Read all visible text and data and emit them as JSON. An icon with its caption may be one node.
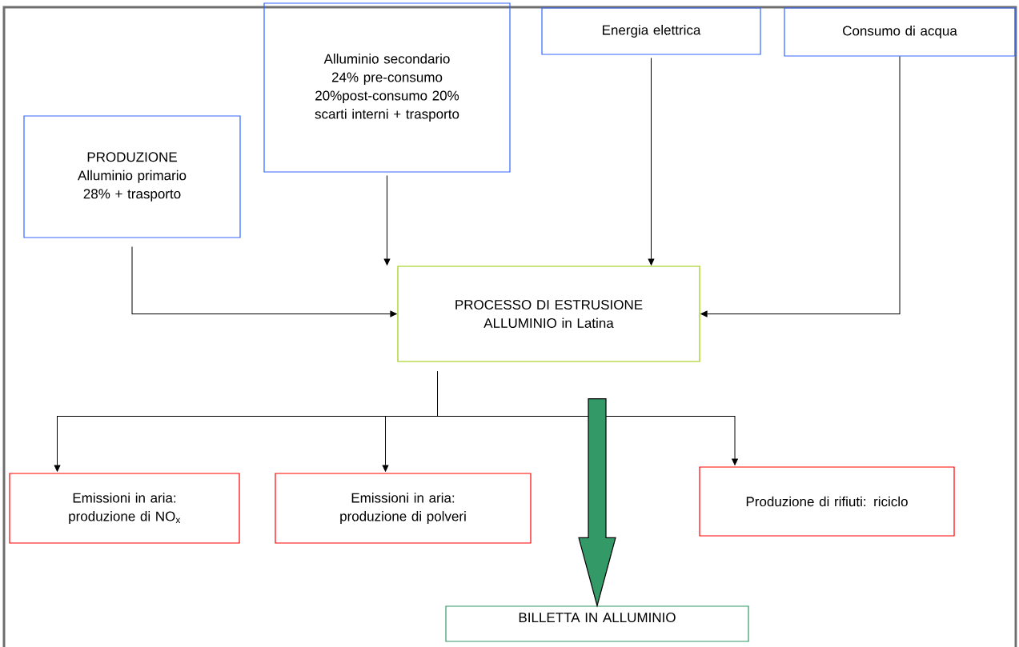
{
  "diagram": {
    "nodes": [
      {
        "text": [
          "PRODUZIONE Alluminio primario 28% + trasporto"
        ]
      },
      {
        "text": [
          "Alluminio secondario 24% pre-consumo 20%post-consumo 20% scarti interni + trasporto"
        ]
      },
      {
        "text": [
          "Energia elettrica"
        ]
      },
      {
        "text": [
          "Consumo di acqua"
        ]
      },
      {
        "text": [
          "PROCESSO DI ESTRUSIONE ALLUMINIO in Latina"
        ]
      },
      {
        "text": [
          "Emissioni in aria: produzione di NO$_{x}$"
        ]
      },
      {
        "text": [
          "Emissioni in aria: produzione di polveri"
        ]
      },
      {
        "text": [
          "Produzione di rifiuti: riciclo"
        ]
      },
      {
        "text": [
          "BILLETTA IN ALLUMINIO"
        ]
      }
    ],
    "edges": [
      {
        "from": 0,
        "to": 4,
        "arrow": "to"
      },
      {
        "from": 1,
        "to": 4,
        "arrow": "to"
      },
      {
        "from": 2,
        "to": 4,
        "arrow": "to"
      },
      {
        "from": 3,
        "to": 4,
        "arrow": "to"
      },
      {
        "from": 4,
        "to": 5,
        "arrow": "to"
      },
      {
        "from": 4,
        "to": 6,
        "arrow": "to"
      },
      {
        "from": 4,
        "to": 7,
        "arrow": "to"
      },
      {
        "from": 4,
        "to": 8,
        "arrow": "to",
        "style": "thick",
        "color": "#339966"
      }
    ]
  }
}
